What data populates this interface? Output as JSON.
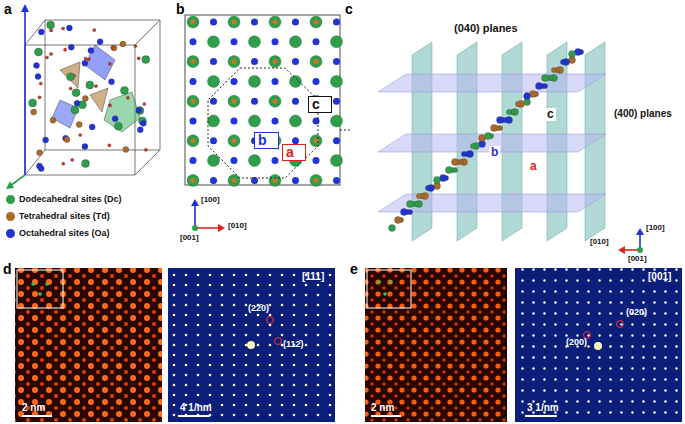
{
  "diagram": {
    "nodes": [
      {
        "text": [
          "c"
        ]
      },
      {
        "text": [
          "b"
        ]
      },
      {
        "text": [
          "a"
        ]
      }
    ],
    "labels": [
      "a",
      "b",
      "c",
      "d",
      "e",
      "[100]",
      "[001]",
      "[010]",
      "(040) planes",
      "(400) planes",
      "c",
      "b",
      "a",
      "[010]",
      "[100]",
      "[001]",
      "2 nm",
      "4 1/nm",
      "[111]",
      "(22̄0)",
      "(112̄)",
      "2 nm",
      "3 1/nm",
      "[001]",
      "(020)",
      "(200)"
    ],
    "legend": [
      {
        "text": "Dodecahedral sites (Dc)",
        "color": "#2e9e4a"
      },
      {
        "text": "Tetrahedral sites (Td)",
        "color": "#a86a2a"
      },
      {
        "text": "Octahedral sites (Oa)",
        "color": "#1f33d6"
      }
    ]
  }
}
